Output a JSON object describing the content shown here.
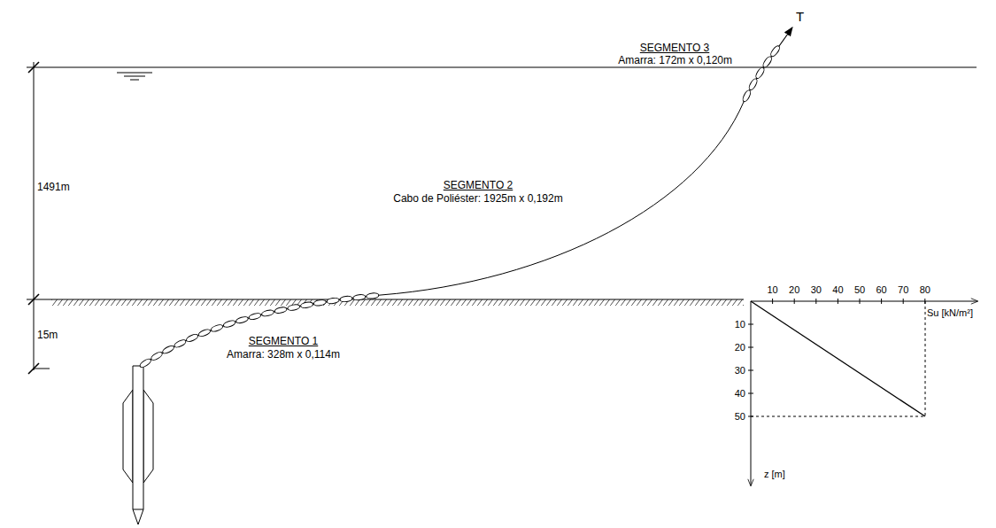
{
  "diagram": {
    "labels": [
      "SEGMENTO 3",
      "Amarra: 172m x 0,120m",
      "T",
      "1491m",
      "SEGMENTO 2",
      "Cabo de Poliéster: 1925m x 0,192m",
      "15m",
      "SEGMENTO 1",
      "Amarra: 328m x 0,114m",
      "10",
      "20",
      "30",
      "40",
      "50",
      "60",
      "70",
      "80",
      "Su [kN/m²]",
      "10",
      "20",
      "30",
      "40",
      "50",
      "z [m]"
    ]
  }
}
